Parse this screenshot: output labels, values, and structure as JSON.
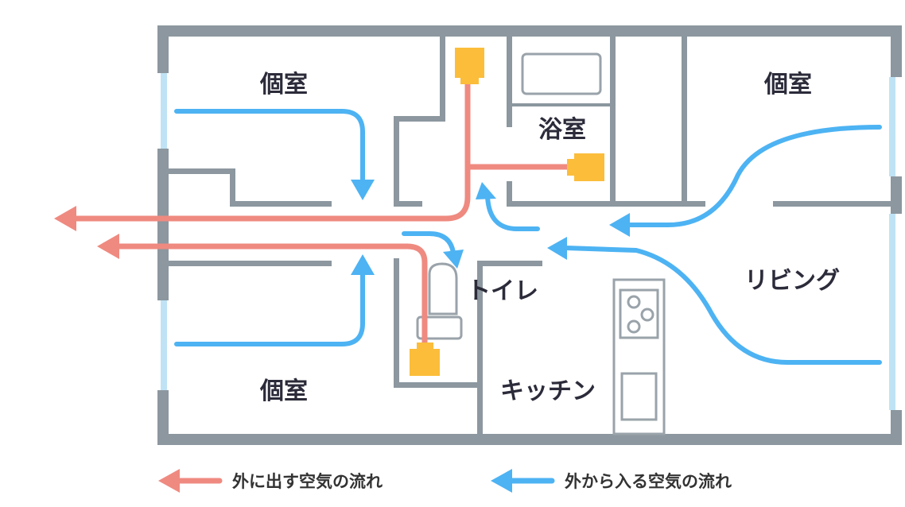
{
  "rooms": {
    "private_room_top_left": "個室",
    "private_room_top_right": "個室",
    "private_room_bottom_left": "個室",
    "bathroom": "浴室",
    "toilet": "トイレ",
    "kitchen": "キッチン",
    "living": "リビング"
  },
  "legend": {
    "exhaust_label": "外に出す空気の流れ",
    "intake_label": "外から入る空気の流れ"
  },
  "colors": {
    "wall": "#8c979f",
    "window": "#bfe3f5",
    "exhaust_flow": "#ef8a80",
    "intake_flow": "#4db3f3",
    "fan_unit": "#fbbd3a",
    "fixture_line": "#9aa3aa",
    "text": "#2b2b3a"
  },
  "icons": {
    "exhaust_fan": "exhaust-fan-icon",
    "bathtub": "bathtub-icon",
    "toilet": "toilet-icon",
    "stove": "stove-icon",
    "sink": "sink-icon"
  }
}
